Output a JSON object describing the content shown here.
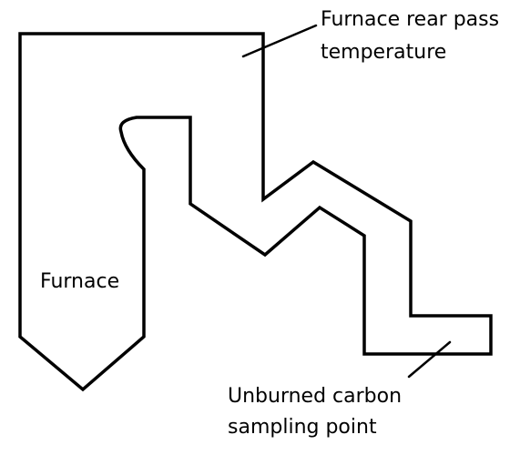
{
  "labels": {
    "furnace": "Furnace",
    "rear_pass": {
      "line1": "Furnace rear pass",
      "line2": "temperature"
    },
    "sampling": {
      "line1": "Unburned carbon",
      "line2": "sampling point"
    }
  },
  "colors": {
    "stroke": "#000000",
    "background": "#ffffff"
  }
}
